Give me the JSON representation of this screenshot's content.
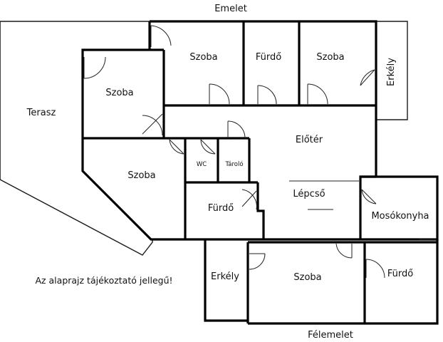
{
  "labels": {
    "top": "Emelet",
    "bottom": "Félemelet",
    "notice": "Az alaprajz tájékoztató jellegű!"
  },
  "rooms": {
    "terasz": "Terasz",
    "szoba_upper_left": "Szoba",
    "szoba_top_1": "Szoba",
    "furdo_top": "Fürdő",
    "szoba_top_2": "Szoba",
    "erkely_right": "Erkély",
    "eloter": "Előtér",
    "wc": "WC",
    "tarolo": "Tároló",
    "szoba_left": "Szoba",
    "furdo_mid": "Fürdő",
    "lepcso": "Lépcső",
    "mosokonyha": "Mosókonyha",
    "erkely_bottom": "Erkély",
    "szoba_bottom": "Szoba",
    "furdo_bottom": "Fürdő"
  }
}
